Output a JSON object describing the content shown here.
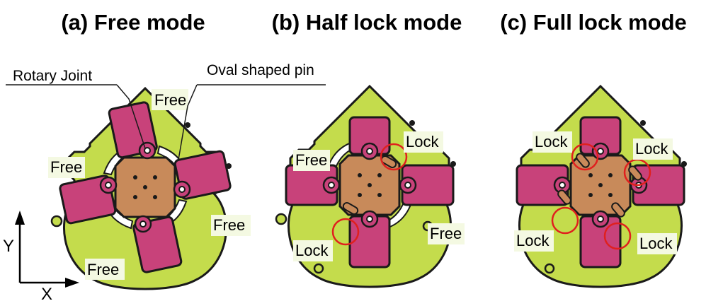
{
  "panels": [
    {
      "key": "a",
      "title": "(a) Free mode",
      "labels": [
        "Free",
        "Free",
        "Free",
        "Free"
      ]
    },
    {
      "key": "b",
      "title": "(b) Half lock mode",
      "labels": [
        "Lock",
        "Free",
        "Free",
        "Lock"
      ]
    },
    {
      "key": "c",
      "title": "(c) Full lock mode",
      "labels": [
        "Lock",
        "Lock",
        "Lock",
        "Lock"
      ]
    }
  ],
  "callouts": {
    "rotary_joint": "Rotary Joint",
    "oval_pin": "Oval shaped pin"
  },
  "axes": {
    "x_label": "X",
    "y_label": "Y"
  },
  "colors": {
    "plate": "#c4dc4c",
    "plate_edge": "#1a1a1a",
    "arm": "#c8427a",
    "hub": "#c88a5a",
    "lock_circle": "#e0201e",
    "label_bg": "#f4f9e2"
  }
}
